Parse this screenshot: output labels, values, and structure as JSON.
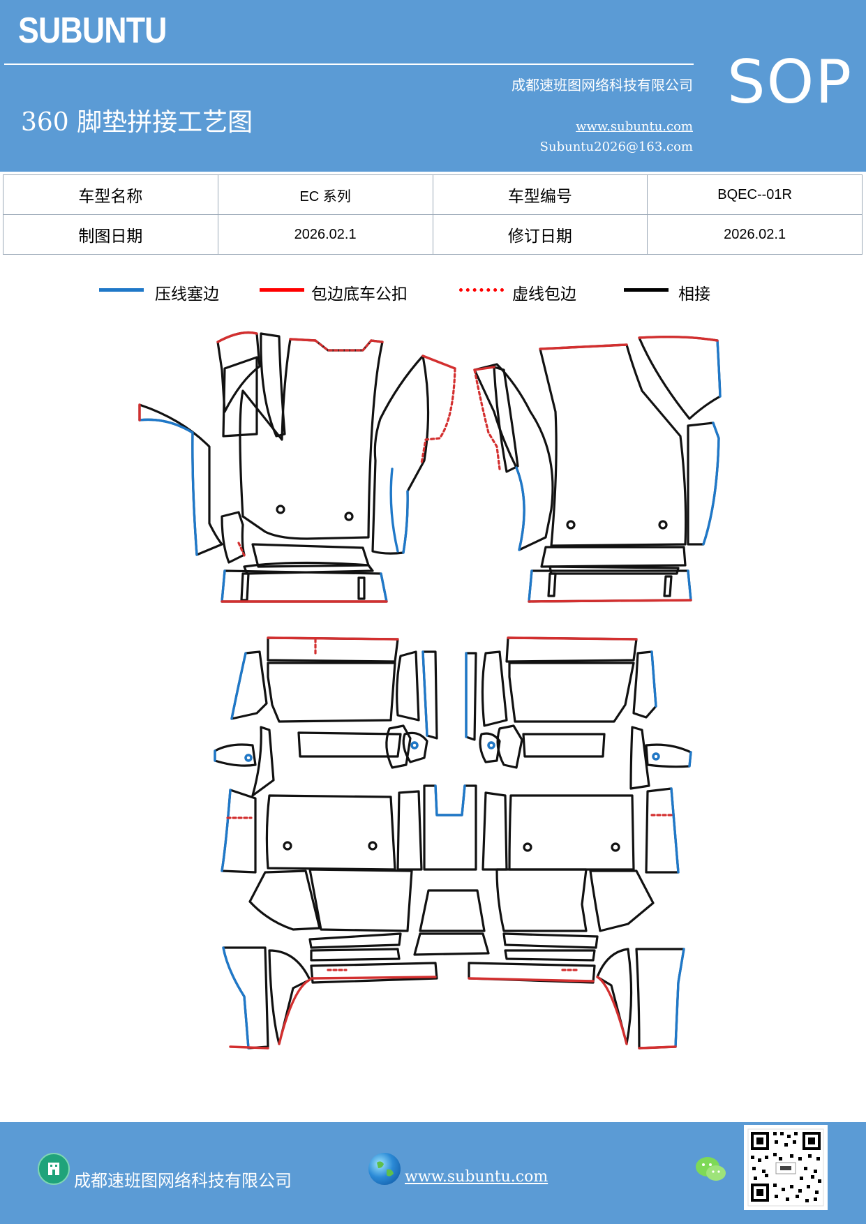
{
  "header": {
    "brand": "SUBUNTU",
    "title": "360 脚垫拼接工艺图",
    "company": "成都速班图网络科技有限公司",
    "website": "www.subuntu.com",
    "email": "Subuntu2026@163.com",
    "badge": "SOP"
  },
  "info": {
    "model_name_label": "车型名称",
    "model_name_value": "EC 系列",
    "model_code_label": "车型编号",
    "model_code_value": "BQEC--01R",
    "draw_date_label": "制图日期",
    "draw_date_value": "2026.02.1",
    "revise_date_label": "修订日期",
    "revise_date_value": "2026.02.1"
  },
  "legend": [
    {
      "label": "压线塞边",
      "color": "#1f78c8",
      "style": "solid"
    },
    {
      "label": "包边底车公扣",
      "color": "#ff0000",
      "style": "solid"
    },
    {
      "label": "虚线包边",
      "color": "#ff0000",
      "style": "dotted"
    },
    {
      "label": "相接",
      "color": "#000000",
      "style": "solid"
    }
  ],
  "colors": {
    "blue": "#1f78c8",
    "red": "#d32f2f",
    "black": "#111111",
    "header_bg": "#5b9bd5"
  },
  "footer": {
    "company": "成都速班图网络科技有限公司",
    "website": "www.subuntu.com ",
    "icons": [
      "building-icon",
      "globe-icon",
      "wechat-icon",
      "qr-code"
    ]
  }
}
